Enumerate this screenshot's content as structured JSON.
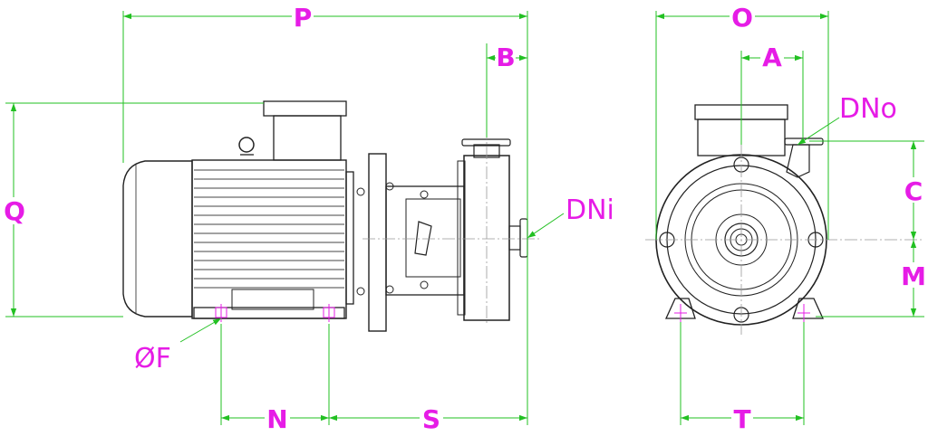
{
  "colors": {
    "dimension": "#e61ce6",
    "dimension_line": "#22c022",
    "outline": "#222222"
  },
  "labels": {
    "P": "P",
    "B": "B",
    "Q": "Q",
    "N": "N",
    "S": "S",
    "O": "O",
    "A": "A",
    "C": "C",
    "M": "M",
    "T": "T",
    "DNi": "DNi",
    "DNo": "DNo",
    "phiF": "ØF"
  }
}
